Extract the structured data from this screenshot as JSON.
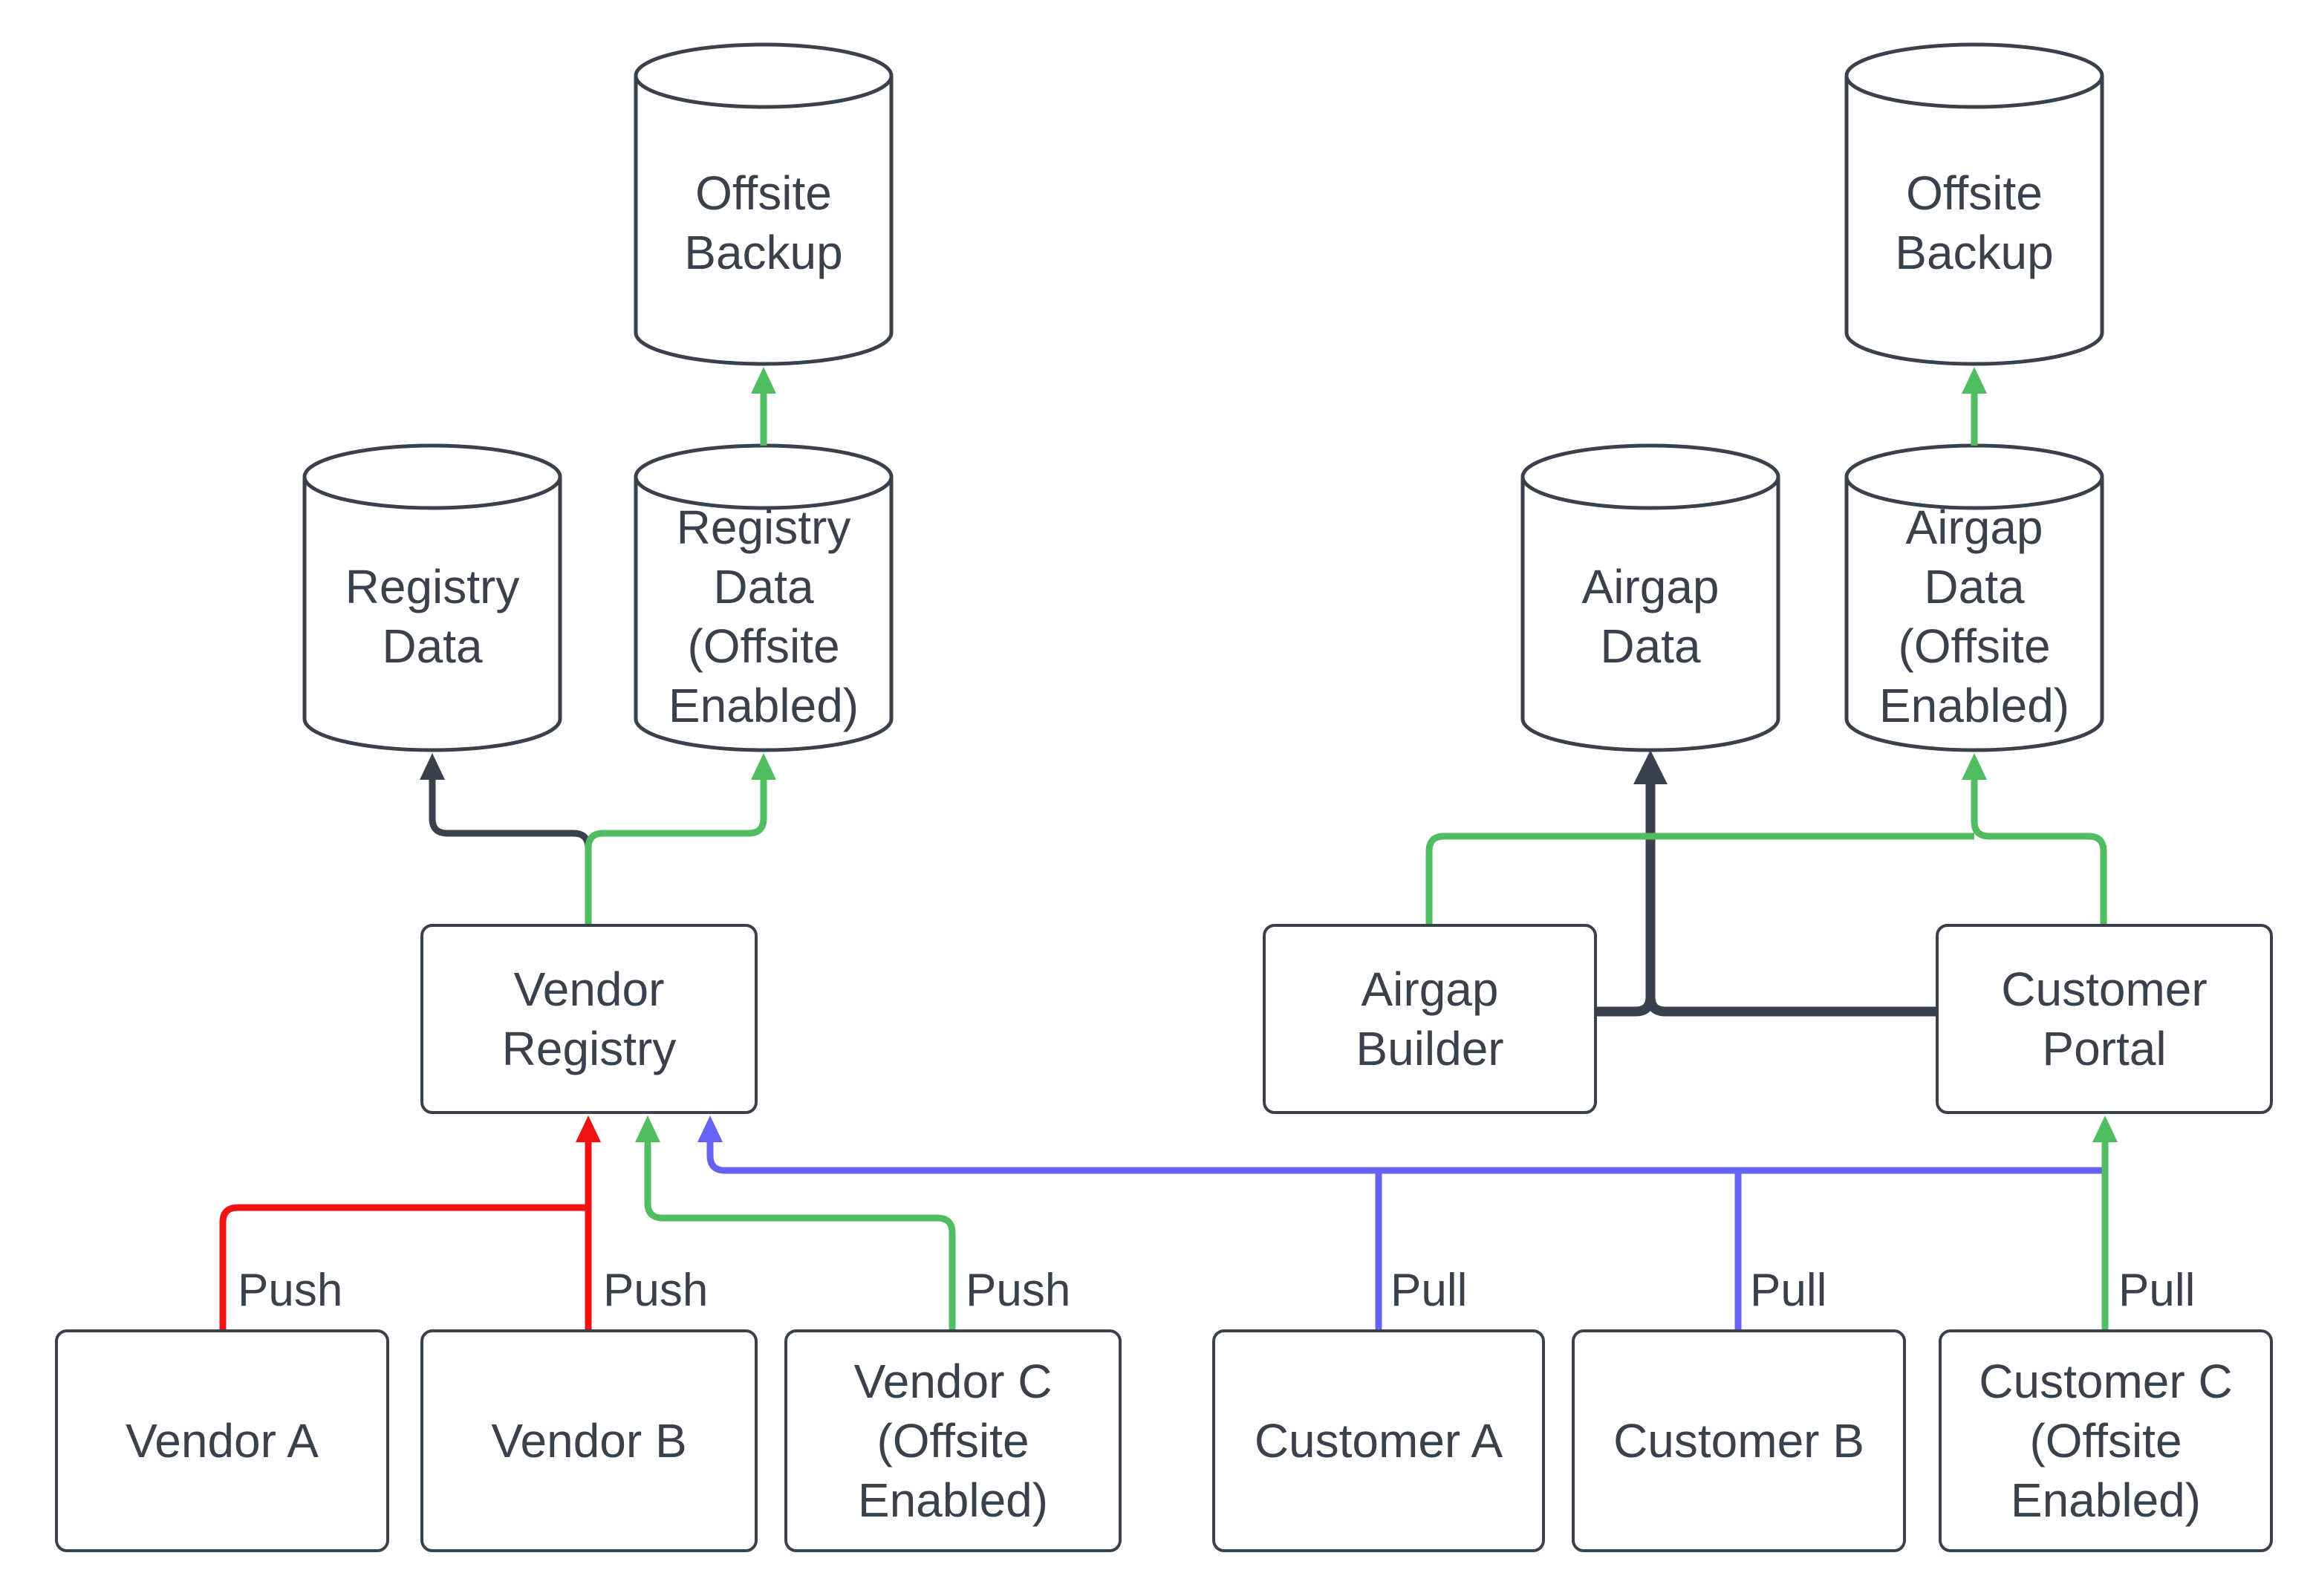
{
  "diagram": {
    "colors": {
      "background": "#ffffff",
      "text": "#3a414c",
      "dark": "#3a414c",
      "red": "#ef1212",
      "green": "#4fbd60",
      "blue": "#6763f2"
    },
    "nodes": {
      "offsite_backup_left": {
        "label": "Offsite\nBackup",
        "shape": "cylinder"
      },
      "registry_data": {
        "label": "Registry\nData",
        "shape": "cylinder"
      },
      "registry_data_offsite": {
        "label": "Registry\nData\n(Offsite\nEnabled)",
        "shape": "cylinder"
      },
      "vendor_registry": {
        "label": "Vendor\nRegistry",
        "shape": "box"
      },
      "vendor_a": {
        "label": "Vendor A",
        "shape": "box"
      },
      "vendor_b": {
        "label": "Vendor B",
        "shape": "box"
      },
      "vendor_c": {
        "label": "Vendor C\n(Offsite\nEnabled)",
        "shape": "box"
      },
      "airgap_data": {
        "label": "Airgap\nData",
        "shape": "cylinder"
      },
      "airgap_data_offsite": {
        "label": "Airgap\nData\n(Offsite\nEnabled)",
        "shape": "cylinder"
      },
      "offsite_backup_right": {
        "label": "Offsite\nBackup",
        "shape": "cylinder"
      },
      "airgap_builder": {
        "label": "Airgap\nBuilder",
        "shape": "box"
      },
      "customer_portal": {
        "label": "Customer\nPortal",
        "shape": "box"
      },
      "customer_a": {
        "label": "Customer A",
        "shape": "box"
      },
      "customer_b": {
        "label": "Customer B",
        "shape": "box"
      },
      "customer_c": {
        "label": "Customer C\n(Offsite\nEnabled)",
        "shape": "box"
      }
    },
    "connections": [
      {
        "from": "vendor_a",
        "to": "vendor_registry",
        "label": "Push",
        "color_key": "red"
      },
      {
        "from": "vendor_b",
        "to": "vendor_registry",
        "label": "Push",
        "color_key": "red"
      },
      {
        "from": "vendor_c",
        "to": "vendor_registry",
        "label": "Push",
        "color_key": "green"
      },
      {
        "from": "customer_a",
        "to": "vendor_registry",
        "label": "Pull",
        "color_key": "blue"
      },
      {
        "from": "customer_b",
        "to": "vendor_registry",
        "label": "Pull",
        "color_key": "blue"
      },
      {
        "from": "customer_c",
        "to": "customer_portal",
        "label": "Pull",
        "color_key": "green"
      },
      {
        "from": "vendor_registry",
        "to": "registry_data",
        "label": "",
        "color_key": "dark"
      },
      {
        "from": "vendor_registry",
        "to": "registry_data_offsite",
        "label": "",
        "color_key": "green"
      },
      {
        "from": "registry_data_offsite",
        "to": "offsite_backup_left",
        "label": "",
        "color_key": "green"
      },
      {
        "from": "airgap_builder",
        "to": "airgap_data",
        "label": "",
        "color_key": "dark"
      },
      {
        "from": "customer_portal",
        "to": "airgap_data",
        "label": "",
        "color_key": "dark"
      },
      {
        "from": "airgap_builder",
        "to": "airgap_data_offsite",
        "label": "",
        "color_key": "green"
      },
      {
        "from": "customer_portal",
        "to": "airgap_data_offsite",
        "label": "",
        "color_key": "green"
      },
      {
        "from": "airgap_data_offsite",
        "to": "offsite_backup_right",
        "label": "",
        "color_key": "green"
      }
    ]
  }
}
